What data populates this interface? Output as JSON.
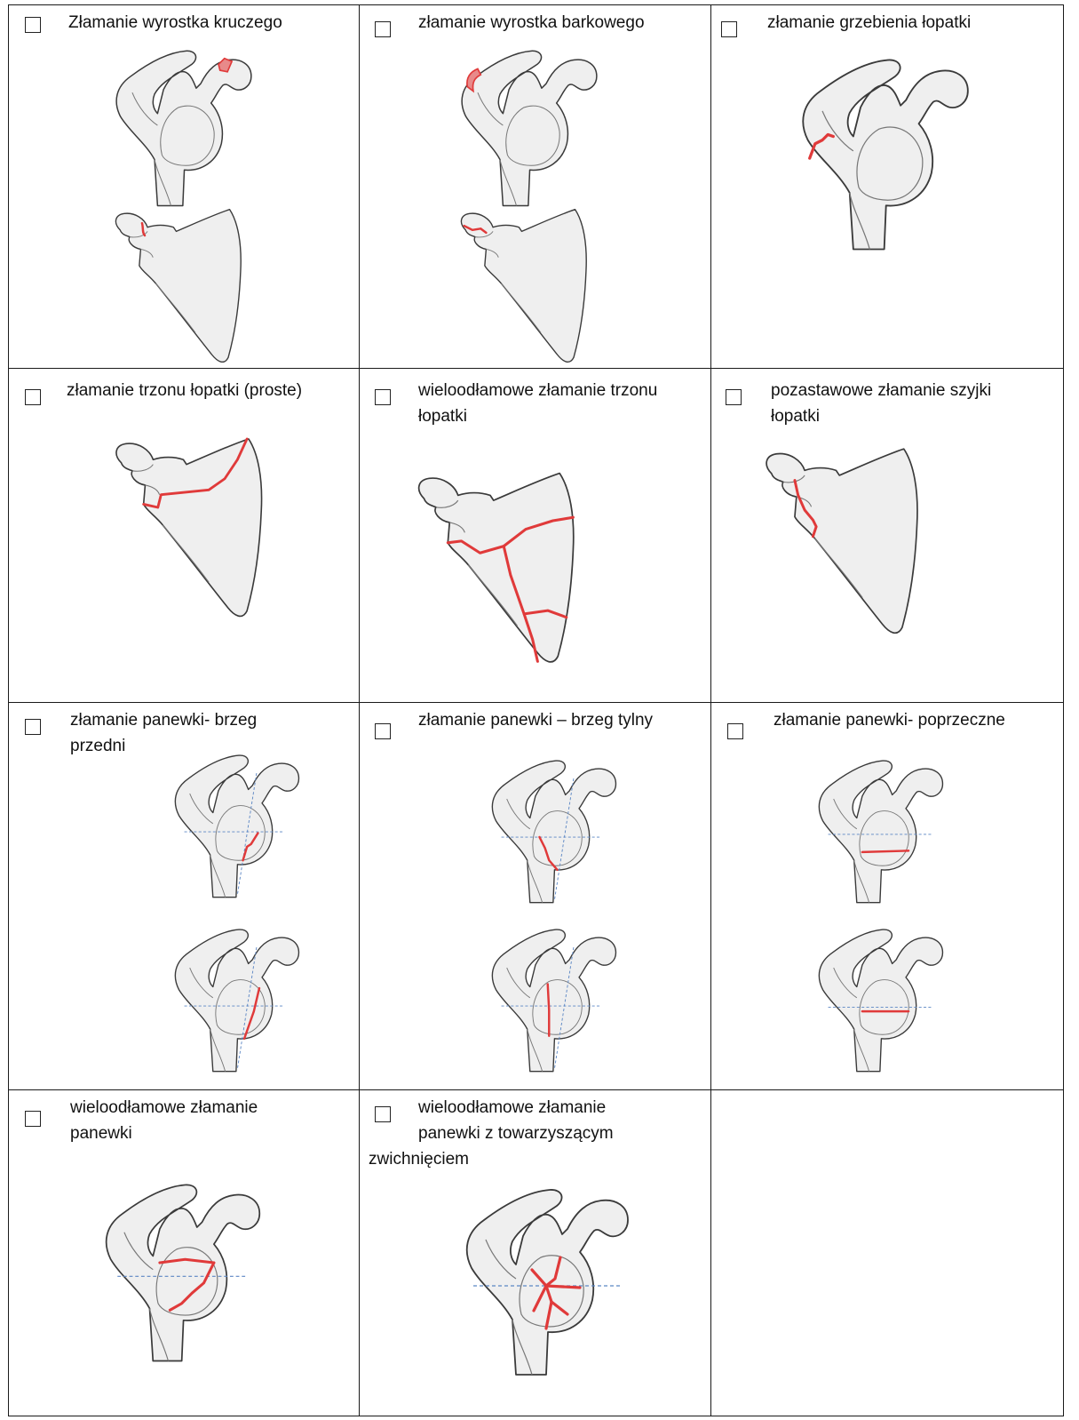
{
  "items": [
    {
      "label": "Złamanie wyrostka kruczego"
    },
    {
      "label": "złamanie wyrostka barkowego"
    },
    {
      "label": "złamanie grzebienia łopatki"
    },
    {
      "label": "złamanie trzonu łopatki (proste)"
    },
    {
      "label": "wieloodłamowe złamanie trzonu\nłopatki"
    },
    {
      "label": "pozastawowe złamanie szyjki\nłopatki"
    },
    {
      "label": "złamanie panewki- brzeg\nprzedni"
    },
    {
      "label": "złamanie panewki – brzeg tylny"
    },
    {
      "label": "złamanie panewki- poprzeczne"
    },
    {
      "label": "wieloodłamowe złamanie\npanewki"
    },
    {
      "label": "wieloodłamowe złamanie\npanewki z towarzyszącym\nzwichnięciem"
    }
  ],
  "icons": {
    "checkbox": "checkbox-icon",
    "figure": "scapula-illustration"
  },
  "colors": {
    "fracture": "#e03a3a",
    "axis": "#5b86c4",
    "bone_fill": "#efefef",
    "outline": "#3a3a3a"
  }
}
